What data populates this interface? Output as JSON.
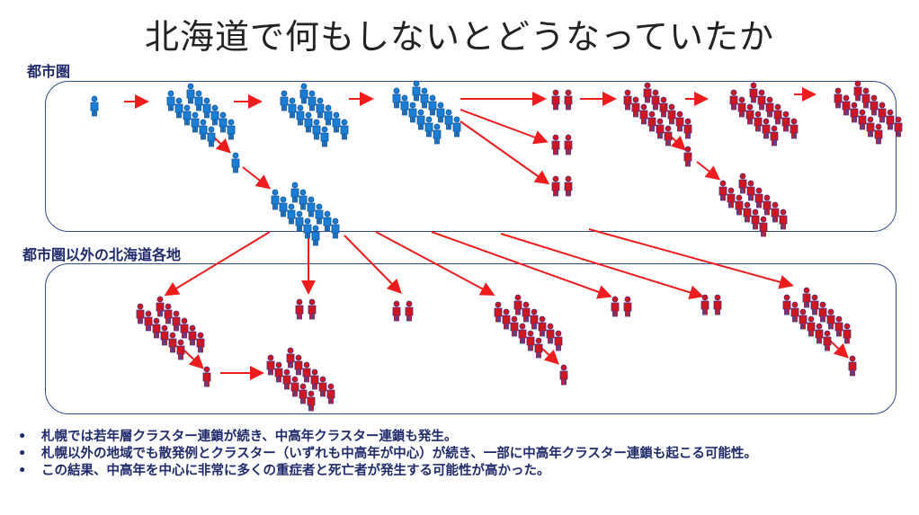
{
  "title": "北海道で何もしないとどうなっていたか",
  "sections": {
    "urban": "都市圏",
    "other": "都市圏以外の北海道各地"
  },
  "colors": {
    "young": "#1a7fd4",
    "older_fill": "#d0161e",
    "older_outline": "#4b2a7a",
    "arrow": "#ee1c1c"
  },
  "bullets": [
    "札幌では若年層クラスター連鎖が続き、中高年クラスター連鎖も発生。",
    "札幌以外の地域でも散発例とクラスター（いずれも中高年が中心）が続き、一部に中高年クラスター連鎖も起こる可能性。",
    "この結果、中高年を中心に非常に多くの重症者と死亡者が発生する可能性が高かった。"
  ]
}
